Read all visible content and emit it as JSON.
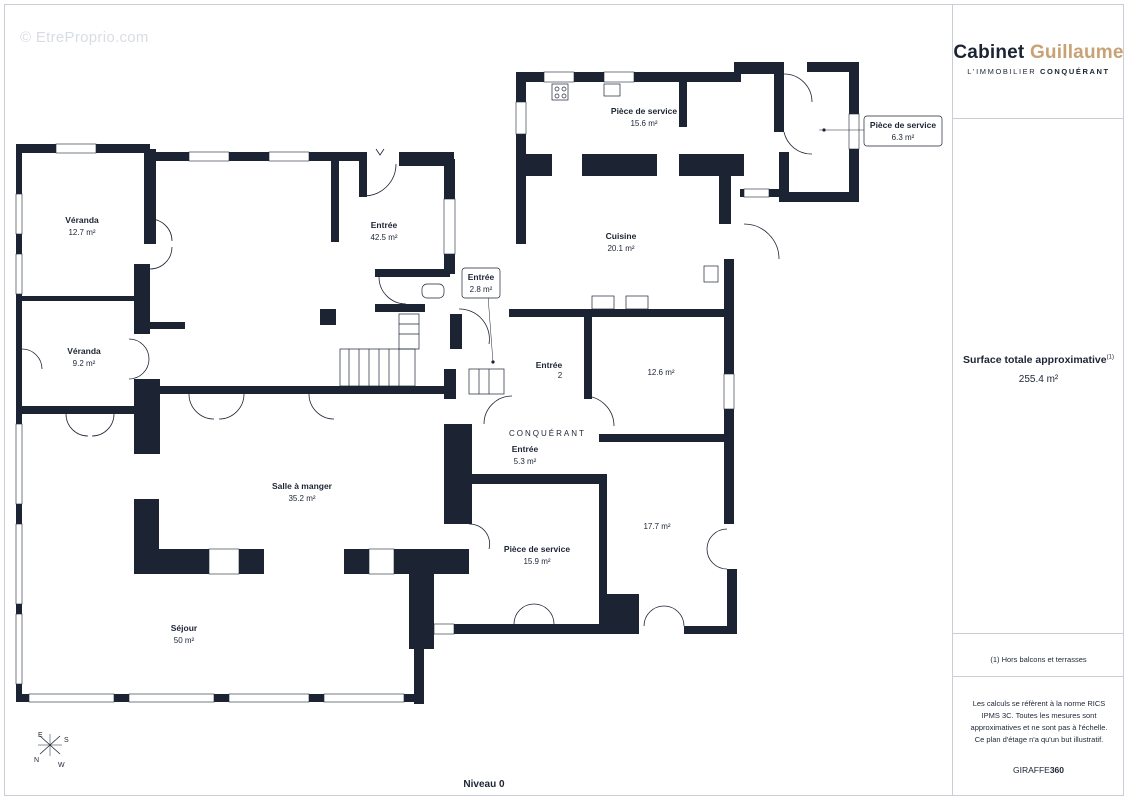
{
  "watermark": "© EtreProprio.com",
  "brand": {
    "name_part1": "Cabinet",
    "name_part2": "Guillaume",
    "tagline_part1": "L'IMMOBILIER",
    "tagline_part2": "CONQUÉRANT"
  },
  "summary": {
    "total_label": "Surface totale approximative",
    "total_footnote": "(1)",
    "total_value": "255.4 m²",
    "footnote_text": "(1) Hors balcons et terrasses",
    "disclaimer": "Les calculs se réfèrent à la norme RICS IPMS 3C. Toutes les mesures sont approximatives et ne sont pas à l'échelle. Ce plan d'étage n'a qu'un but illustratif.",
    "credit_part1": "GIRAFFE",
    "credit_part2": "360"
  },
  "level_label": "Niveau 0",
  "compass": {
    "n": "N",
    "e": "E",
    "s": "S",
    "w": "W"
  },
  "plan_watermark": "CONQUÉRANT",
  "rooms": [
    {
      "name": "Véranda",
      "area": "12.7 m²"
    },
    {
      "name": "Véranda",
      "area": "9.2 m²"
    },
    {
      "name": "Entrée",
      "area": "42.5 m²"
    },
    {
      "name": "Entrée",
      "area": "2.8 m²"
    },
    {
      "name": "Pièce de service",
      "area": "15.6 m²"
    },
    {
      "name": "Pièce de service",
      "area": "6.3 m²"
    },
    {
      "name": "Cuisine",
      "area": "20.1 m²"
    },
    {
      "name": "Entrée",
      "area": "2"
    },
    {
      "name": "",
      "area": "12.6 m²"
    },
    {
      "name": "Entrée",
      "area": "5.3 m²"
    },
    {
      "name": "Salle à manger",
      "area": "35.2 m²"
    },
    {
      "name": "Pièce de service",
      "area": "15.9 m²"
    },
    {
      "name": "",
      "area": "17.7 m²"
    },
    {
      "name": "Séjour",
      "area": "50 m²"
    }
  ],
  "colors": {
    "wall": "#1c2434",
    "accent": "#c8a275",
    "border": "#c9ced6",
    "window": "#ffffff"
  }
}
